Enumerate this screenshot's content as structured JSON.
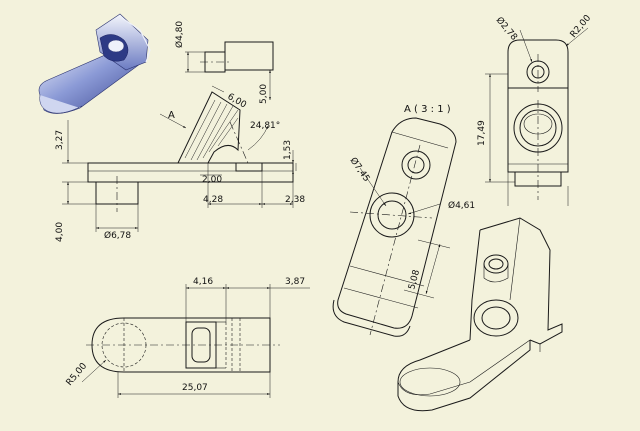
{
  "drawing": {
    "view_label": "A ( 3 : 1 )",
    "view_arrow_label": "A",
    "dimensions": {
      "d480": "Ø4,80",
      "d500": "5,00",
      "d600": "6,00",
      "angle": "24,81°",
      "d327": "3,27",
      "d153": "1,53",
      "d200": "2,00",
      "d428": "4,28",
      "d238": "2,38",
      "d400": "4,00",
      "d678": "Ø6,78",
      "d278": "Ø2,78",
      "r200": "R2,00",
      "d1749": "17,49",
      "d745": "Ø7,45",
      "d461": "Ø4,61",
      "d508": "5,08",
      "d416": "4,16",
      "d387": "3,87",
      "r500": "R5,00",
      "d2507": "25,07"
    },
    "colors": {
      "background": "#f3f2dc",
      "line": "#1a1a1a",
      "render_blue": "#5a6fb5"
    }
  }
}
